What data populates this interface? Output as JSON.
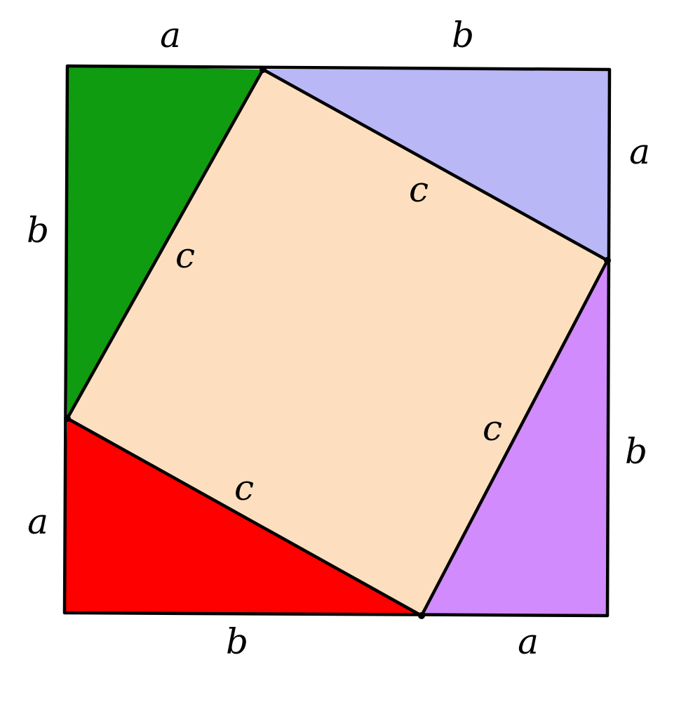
{
  "diagram": {
    "colors": {
      "background": "#ffffff",
      "outline": "#000000",
      "inner_square": "#fddfbf",
      "triangle_top_left": "#109c10",
      "triangle_top_right": "#b9b7f5",
      "triangle_bottom_right": "#d18bfc",
      "triangle_bottom_left": "#ff0000"
    },
    "labels": {
      "top_left_side": "a",
      "top_right_side": "b",
      "right_upper_side": "a",
      "right_lower_side": "b",
      "bottom_right_side": "a",
      "bottom_left_side": "b",
      "left_lower_side": "a",
      "left_upper_side": "b",
      "hypotenuse_top": "c",
      "hypotenuse_right": "c",
      "hypotenuse_bottom": "c",
      "hypotenuse_left": "c"
    }
  }
}
